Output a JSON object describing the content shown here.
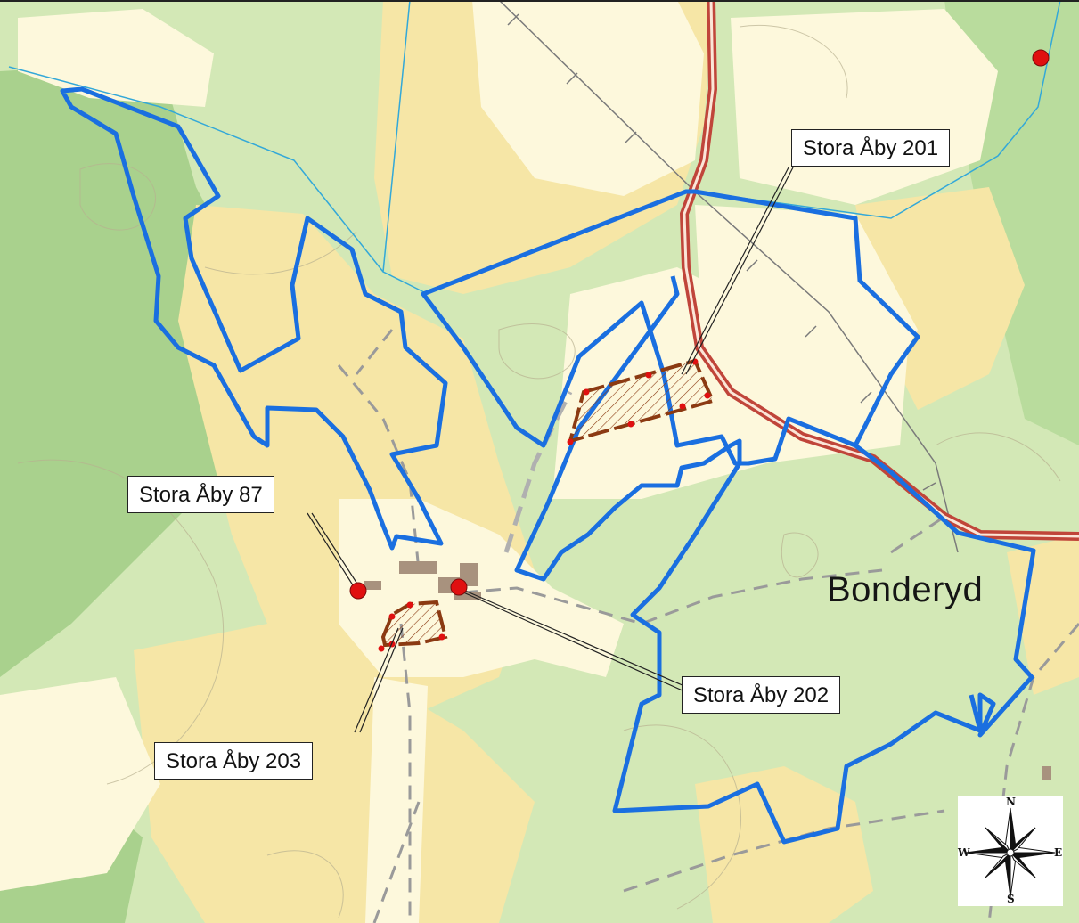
{
  "map": {
    "place_name": "Bonderyd",
    "labels": {
      "stora_aby_201": "Stora Åby 201",
      "stora_aby_87": "Stora Åby 87",
      "stora_aby_202": "Stora Åby 202",
      "stora_aby_203": "Stora Åby 203"
    },
    "compass": {
      "n": "N",
      "s": "S",
      "e": "E",
      "w": "W"
    },
    "colors": {
      "forest": "#cfe5b0",
      "dense_forest": "#a5cf8a",
      "field": "#f6e6a6",
      "open_land": "#fdf8dc",
      "property_boundary": "#1a6fe0",
      "road": "#d9564a",
      "heritage_area": "#8b3a12",
      "marker": "#e01010"
    }
  }
}
